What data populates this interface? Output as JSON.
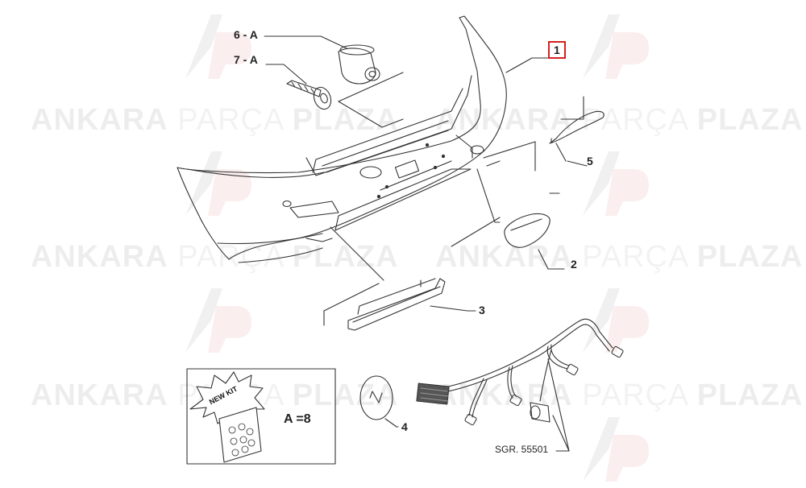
{
  "watermark": {
    "brand_bold": "ANKARA",
    "brand_light": "PARÇA",
    "brand_bold2": "PLAZA",
    "logo_letters": "AP"
  },
  "callouts": {
    "part_1": "1",
    "part_2": "2",
    "part_3": "3",
    "part_4": "4",
    "part_5": "5",
    "part_6": "6 - A",
    "part_7": "7 - A"
  },
  "kit_box": {
    "badge": "NEW KIT",
    "quantity": "A =8"
  },
  "harness_ref": "SGR. 55501",
  "colors": {
    "highlight": "#d42020",
    "line": "#333333",
    "watermark": "#bbbbbb"
  }
}
